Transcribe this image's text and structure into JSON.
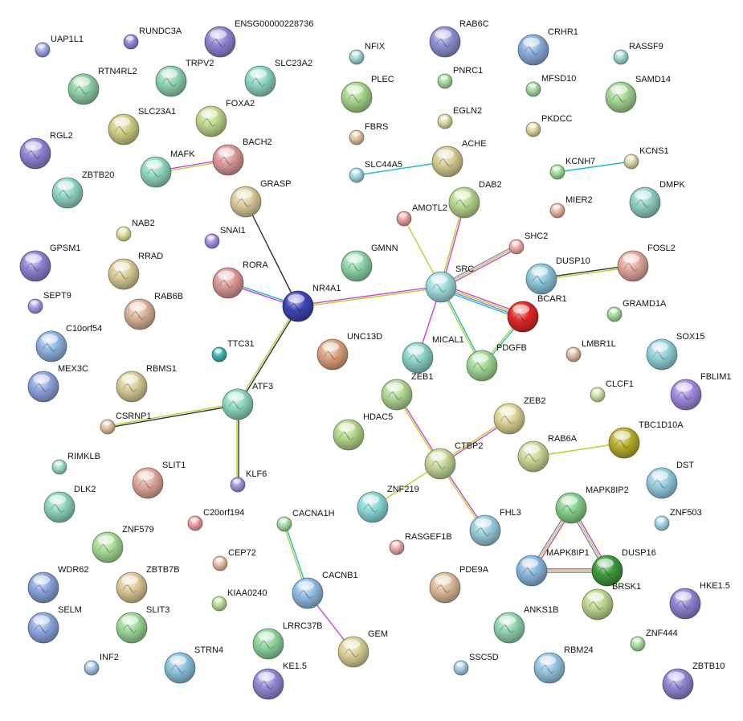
{
  "graph": {
    "nodes": [
      {
        "id": "UAP1L1",
        "color": "#9aa6e0"
      },
      {
        "id": "RUNDC3A",
        "color": "#9488d8"
      },
      {
        "id": "ENSG00000228736",
        "color": "#8f84d2"
      },
      {
        "id": "NFIX",
        "color": "#9ed6d0"
      },
      {
        "id": "RAB6C",
        "color": "#8f90d4"
      },
      {
        "id": "CRHR1",
        "color": "#8aaedc"
      },
      {
        "id": "RASSF9",
        "color": "#9ed6d8"
      },
      {
        "id": "RTN4RL2",
        "color": "#8fd0a6"
      },
      {
        "id": "TRPV2",
        "color": "#8fd4b2"
      },
      {
        "id": "SLC23A2",
        "color": "#8fd6c4"
      },
      {
        "id": "PLEC",
        "color": "#a6d68e"
      },
      {
        "id": "PNRC1",
        "color": "#a6da98"
      },
      {
        "id": "MFSD10",
        "color": "#a2dc9c"
      },
      {
        "id": "SAMD14",
        "color": "#a6d494"
      },
      {
        "id": "SLC23A1",
        "color": "#cfcf86"
      },
      {
        "id": "FOXA2",
        "color": "#bfd88c"
      },
      {
        "id": "EGLN2",
        "color": "#d8da9c"
      },
      {
        "id": "FBRS",
        "color": "#e0c29c"
      },
      {
        "id": "PKDCC",
        "color": "#e0d49c"
      },
      {
        "id": "RGL2",
        "color": "#8f84d2"
      },
      {
        "id": "MAFK",
        "color": "#8fd8c0"
      },
      {
        "id": "BACH2",
        "color": "#dc9a9a"
      },
      {
        "id": "SLC44A5",
        "color": "#a0d8e4"
      },
      {
        "id": "ACHE",
        "color": "#d6cc94"
      },
      {
        "id": "KCNH7",
        "color": "#a2dc9c"
      },
      {
        "id": "KCNS1",
        "color": "#d8daa2"
      },
      {
        "id": "ZBTB20",
        "color": "#8fd6c4"
      },
      {
        "id": "GRASP",
        "color": "#dccc9a"
      },
      {
        "id": "DAB2",
        "color": "#b8d890"
      },
      {
        "id": "DMPK",
        "color": "#8fd0c4"
      },
      {
        "id": "AMOTL2",
        "color": "#ec9e9e"
      },
      {
        "id": "MIER2",
        "color": "#e8b4a2"
      },
      {
        "id": "NAB2",
        "color": "#e0de9c"
      },
      {
        "id": "SNAI1",
        "color": "#a48ee0"
      },
      {
        "id": "SHC2",
        "color": "#ecaaa4"
      },
      {
        "id": "FOSL2",
        "color": "#e2a89c"
      },
      {
        "id": "GPSM1",
        "color": "#8e84d2"
      },
      {
        "id": "RRAD",
        "color": "#d8cc96"
      },
      {
        "id": "GMNN",
        "color": "#8fd6a8"
      },
      {
        "id": "RORA",
        "color": "#dc9a9a"
      },
      {
        "id": "SRC",
        "color": "#a2dcdc"
      },
      {
        "id": "DUSP10",
        "color": "#8ec6dc"
      },
      {
        "id": "NR4A1",
        "color": "#3f45b4"
      },
      {
        "id": "BCAR1",
        "color": "#e02828"
      },
      {
        "id": "GRAMD1A",
        "color": "#a4dc9c"
      },
      {
        "id": "SEPT9",
        "color": "#a29ae2"
      },
      {
        "id": "RAB6B",
        "color": "#dab49a"
      },
      {
        "id": "C10orf54",
        "color": "#90b4e0"
      },
      {
        "id": "TTC31",
        "color": "#3fb4ac"
      },
      {
        "id": "UNC13D",
        "color": "#dca27e"
      },
      {
        "id": "MICAL1",
        "color": "#8cd2c8"
      },
      {
        "id": "PDGFB",
        "color": "#a2d894"
      },
      {
        "id": "LMBR1L",
        "color": "#e2b8a0"
      },
      {
        "id": "SOX15",
        "color": "#90d2d8"
      },
      {
        "id": "MEX3C",
        "color": "#8ea4e0"
      },
      {
        "id": "RBMS1",
        "color": "#d8cc96"
      },
      {
        "id": "ATF3",
        "color": "#8ed8c0"
      },
      {
        "id": "ZEB1",
        "color": "#b0d894"
      },
      {
        "id": "CLCF1",
        "color": "#cce0a2"
      },
      {
        "id": "FBLIM1",
        "color": "#a08ade"
      },
      {
        "id": "CSRNP1",
        "color": "#e4c0a2"
      },
      {
        "id": "HDAC5",
        "color": "#b4d888"
      },
      {
        "id": "ZEB2",
        "color": "#dcd498"
      },
      {
        "id": "TBC1D10A",
        "color": "#b8b02c"
      },
      {
        "id": "RAB6A",
        "color": "#ccd898"
      },
      {
        "id": "CTBP2",
        "color": "#c4d898"
      },
      {
        "id": "RIMKLB",
        "color": "#9cdcc8"
      },
      {
        "id": "SLIT1",
        "color": "#e0a89c"
      },
      {
        "id": "KLF6",
        "color": "#9a96e0"
      },
      {
        "id": "DLK2",
        "color": "#8ed6be"
      },
      {
        "id": "ZNF219",
        "color": "#8cd8d8"
      },
      {
        "id": "DST",
        "color": "#96cce0"
      },
      {
        "id": "MAPK8IP2",
        "color": "#88d08c"
      },
      {
        "id": "C20orf194",
        "color": "#ec9ea2"
      },
      {
        "id": "CACNA1H",
        "color": "#a6dca6"
      },
      {
        "id": "ZNF503",
        "color": "#a4d6e6"
      },
      {
        "id": "ZNF579",
        "color": "#a8dc94"
      },
      {
        "id": "FHL3",
        "color": "#98ccdc"
      },
      {
        "id": "RASGEF1B",
        "color": "#e8a8a8"
      },
      {
        "id": "CEP72",
        "color": "#e8bca4"
      },
      {
        "id": "MAPK8IP1",
        "color": "#8ab8dc"
      },
      {
        "id": "DUSP16",
        "color": "#3e9a3e"
      },
      {
        "id": "WDR62",
        "color": "#8aa4dc"
      },
      {
        "id": "ZBTB7B",
        "color": "#dcc896"
      },
      {
        "id": "CACNB1",
        "color": "#90bce0"
      },
      {
        "id": "PDE9A",
        "color": "#dcbc98"
      },
      {
        "id": "BRSK1",
        "color": "#bed890"
      },
      {
        "id": "HKE1.5",
        "color": "#8e84d2"
      },
      {
        "id": "KIAA0240",
        "color": "#b8dc98"
      },
      {
        "id": "SELM",
        "color": "#8ea8e0"
      },
      {
        "id": "SLIT3",
        "color": "#9cd898"
      },
      {
        "id": "ANKS1B",
        "color": "#90d6b0"
      },
      {
        "id": "LRRC37B",
        "color": "#8cd49c"
      },
      {
        "id": "GEM",
        "color": "#dcd098"
      },
      {
        "id": "ZNF444",
        "color": "#a8dca2"
      },
      {
        "id": "INF2",
        "color": "#a2c6e6"
      },
      {
        "id": "STRN4",
        "color": "#8ec2dc"
      },
      {
        "id": "SSC5D",
        "color": "#a4cce6"
      },
      {
        "id": "RBM24",
        "color": "#96c6e0"
      },
      {
        "id": "KE1.5",
        "color": "#8e8ad6"
      },
      {
        "id": "ZBTB10",
        "color": "#8e88d4"
      }
    ],
    "edges": [
      {
        "from": "MAFK",
        "to": "BACH2",
        "colors": [
          "#d040d0",
          "#b8d030"
        ]
      },
      {
        "from": "SLC44A5",
        "to": "ACHE",
        "colors": [
          "#20b8d0"
        ]
      },
      {
        "from": "KCNH7",
        "to": "KCNS1",
        "colors": [
          "#20b8d0"
        ]
      },
      {
        "from": "GRASP",
        "to": "NR4A1",
        "colors": [
          "#303030"
        ]
      },
      {
        "from": "RORA",
        "to": "NR4A1",
        "colors": [
          "#20b8d0",
          "#d040d0"
        ]
      },
      {
        "from": "NR4A1",
        "to": "SRC",
        "colors": [
          "#d040d0",
          "#b8d030"
        ]
      },
      {
        "from": "NR4A1",
        "to": "ATF3",
        "colors": [
          "#303030",
          "#b8d030"
        ]
      },
      {
        "from": "AMOTL2",
        "to": "SRC",
        "colors": [
          "#b8d030"
        ]
      },
      {
        "from": "DAB2",
        "to": "SRC",
        "colors": [
          "#d040d0",
          "#b8d030"
        ]
      },
      {
        "from": "SHC2",
        "to": "SRC",
        "colors": [
          "#d040d0",
          "#b8d030",
          "#8080d0"
        ]
      },
      {
        "from": "SRC",
        "to": "BCAR1",
        "colors": [
          "#d040d0",
          "#b8d030",
          "#8080d0",
          "#20b8d0"
        ]
      },
      {
        "from": "SRC",
        "to": "PDGFB",
        "colors": [
          "#20b8d0",
          "#b8d030"
        ]
      },
      {
        "from": "SRC",
        "to": "MICAL1",
        "colors": [
          "#d040d0"
        ]
      },
      {
        "from": "BCAR1",
        "to": "PDGFB",
        "colors": [
          "#20b8d0",
          "#b8d030"
        ]
      },
      {
        "from": "DUSP10",
        "to": "FOSL2",
        "colors": [
          "#303030",
          "#b8d030"
        ]
      },
      {
        "from": "ATF3",
        "to": "CSRNP1",
        "colors": [
          "#303030",
          "#b8d030"
        ]
      },
      {
        "from": "ATF3",
        "to": "KLF6",
        "colors": [
          "#303030",
          "#b8d030"
        ]
      },
      {
        "from": "ZEB1",
        "to": "CTBP2",
        "colors": [
          "#d040d0",
          "#b8d030"
        ]
      },
      {
        "from": "ZEB2",
        "to": "CTBP2",
        "colors": [
          "#d040d0",
          "#b8d030"
        ]
      },
      {
        "from": "RAB6A",
        "to": "TBC1D10A",
        "colors": [
          "#b8d030"
        ]
      },
      {
        "from": "CTBP2",
        "to": "ZNF219",
        "colors": [
          "#b8d030"
        ]
      },
      {
        "from": "CTBP2",
        "to": "FHL3",
        "colors": [
          "#d040d0",
          "#b8d030"
        ]
      },
      {
        "from": "MAPK8IP2",
        "to": "MAPK8IP1",
        "colors": [
          "#d040d0",
          "#b8d030",
          "#8080d0"
        ]
      },
      {
        "from": "MAPK8IP2",
        "to": "DUSP16",
        "colors": [
          "#d040d0",
          "#b8d030",
          "#8080d0"
        ]
      },
      {
        "from": "MAPK8IP1",
        "to": "DUSP16",
        "colors": [
          "#d040d0",
          "#b8d030",
          "#8080d0"
        ]
      },
      {
        "from": "CACNA1H",
        "to": "CACNB1",
        "colors": [
          "#20b8d0",
          "#b8d030"
        ]
      },
      {
        "from": "CACNB1",
        "to": "GEM",
        "colors": [
          "#d040d0"
        ]
      }
    ]
  }
}
